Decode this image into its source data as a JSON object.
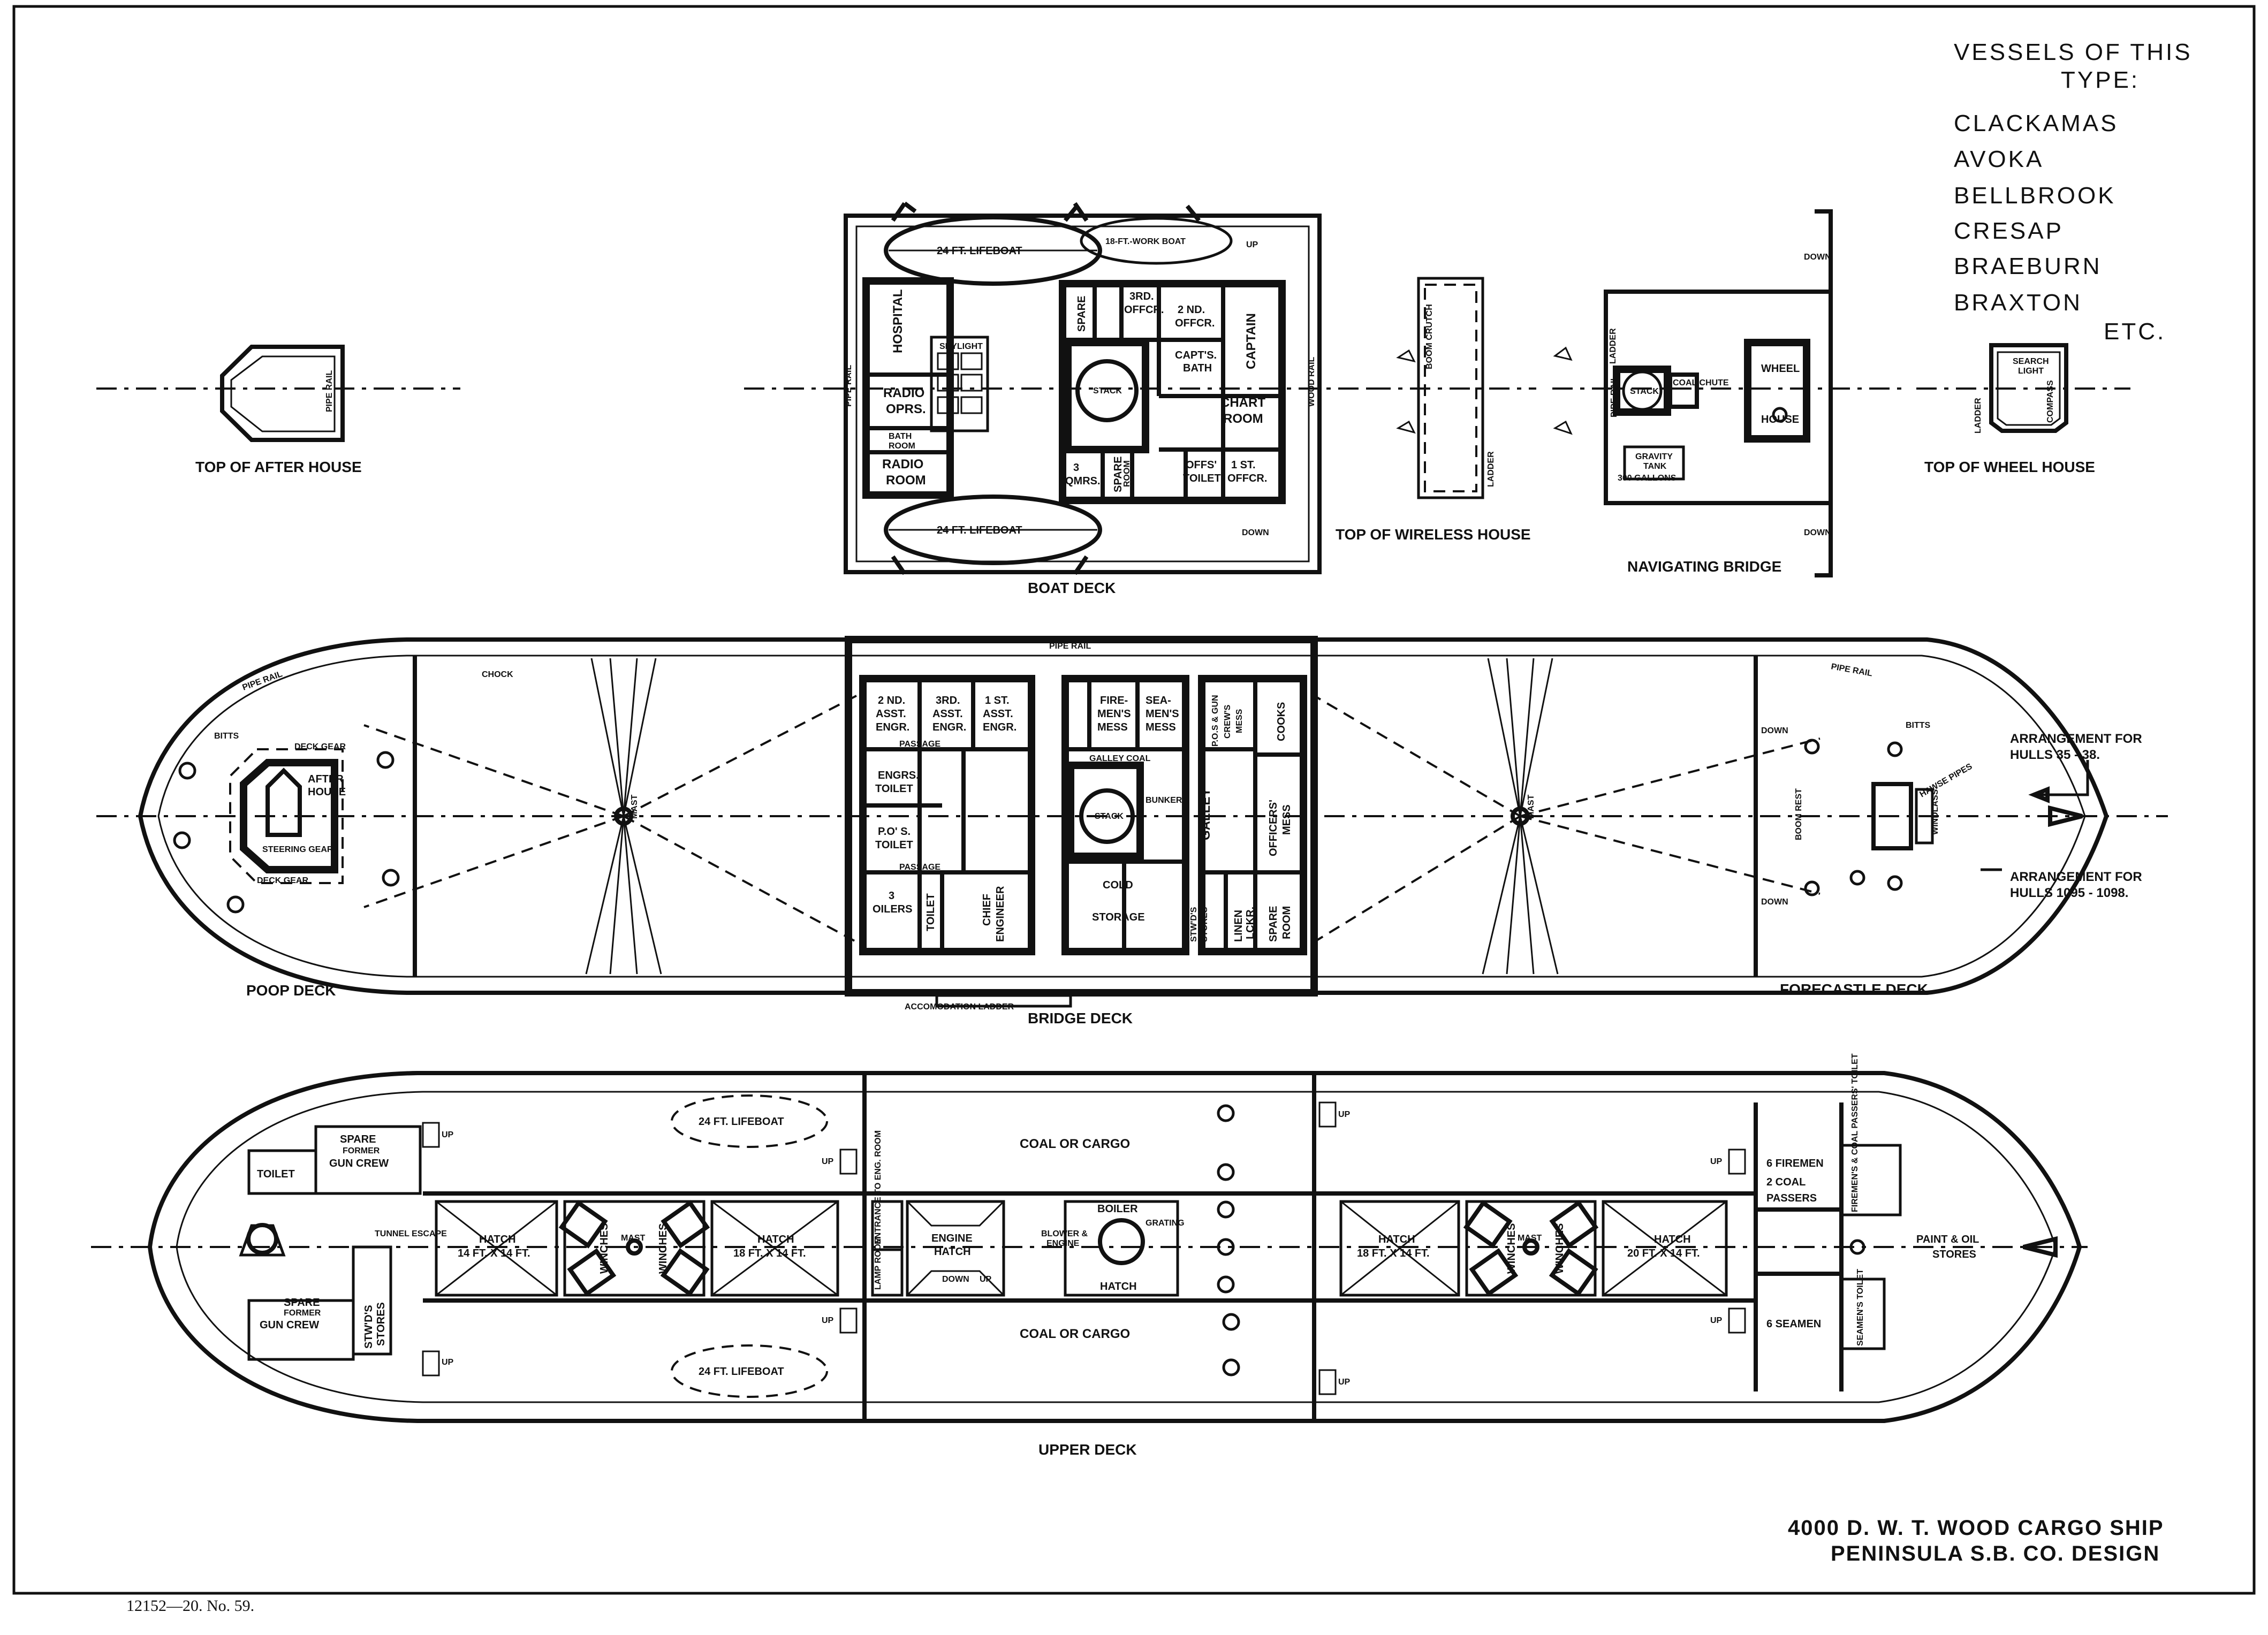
{
  "vessels": {
    "heading_line1": "VESSELS OF THIS",
    "heading_line2": "TYPE:",
    "names": [
      "CLACKAMAS",
      "AVOKA",
      "BELLBROOK",
      "CRESAP",
      "BRAEBURN",
      "BRAXTON"
    ],
    "etc": "ETC."
  },
  "views": {
    "after_house_top": "TOP OF AFTER HOUSE",
    "boat_deck": "BOAT DECK",
    "wireless_house_top": "TOP OF WIRELESS HOUSE",
    "navigating_bridge": "NAVIGATING BRIDGE",
    "wheel_house_top": "TOP OF WHEEL HOUSE",
    "poop_deck": "POOP DECK",
    "bridge_deck": "BRIDGE DECK",
    "forecastle_deck": "FORECASTLE DECK",
    "upper_deck": "UPPER DECK"
  },
  "boat_deck": {
    "lifeboat_top": "24 FT. LIFEBOAT",
    "lifeboat_bottom": "24 FT. LIFEBOAT",
    "work_boat": "18-FT.-WORK BOAT",
    "rooms": {
      "hospital": "HOSPITAL",
      "radio_oprs_1": "RADIO",
      "radio_oprs_2": "OPRS.",
      "bath_1": "BATH",
      "bath_2": "ROOM",
      "radio_room_1": "RADIO",
      "radio_room_2": "ROOM",
      "skylight": "SKYLIGHT",
      "spare": "SPARE",
      "third_offcr_1": "3RD.",
      "third_offcr_2": "OFFCR.",
      "second_offcr_1": "2 ND.",
      "second_offcr_2": "OFFCR.",
      "captain": "CAPTAIN",
      "capts_bath_1": "CAPT'S.",
      "capts_bath_2": "BATH",
      "stack": "STACK",
      "chart_room_1": "CHART",
      "chart_room_2": "ROOM",
      "three_qmrs_1": "3",
      "three_qmrs_2": "QMRS.",
      "spare_room_1": "SPARE",
      "spare_room_2": "ROOM",
      "offs_toilet_1": "OFFS'",
      "offs_toilet_2": "TOILET",
      "first_offcr_1": "1 ST.",
      "first_offcr_2": "OFFCR."
    },
    "pipe_rail": "PIPE RAIL",
    "wood_rail": "WOOD RAIL",
    "up": "UP",
    "down": "DOWN"
  },
  "wireless": {
    "boom_crutch": "BOOM CRUTCH",
    "ladder": "LADDER"
  },
  "navigating": {
    "stack": "STACK",
    "coal_chute": "COAL CHUTE",
    "wheel_1": "WHEEL",
    "wheel_2": "HOUSE",
    "gravity_1": "GRAVITY",
    "gravity_2": "TANK",
    "gravity_3": "300 GALLONS",
    "pipe_rail": "PIPE RAIL",
    "ladder": "LADDER",
    "down": "DOWN"
  },
  "wheel_house_top": {
    "search_1": "SEARCH",
    "search_2": "LIGHT",
    "compass": "COMPASS",
    "ladder": "LADDER"
  },
  "poop": {
    "after_house_1": "AFTER",
    "after_house_2": "HOUSE",
    "steering_gear": "STEERING GEAR",
    "deck_gear_top": "DECK GEAR",
    "deck_gear_bottom": "DECK GEAR",
    "bitts": "BITTS",
    "chock": "CHOCK",
    "pipe_rail": "PIPE RAIL"
  },
  "bridge": {
    "rooms": {
      "second_asst_1": "2 ND.",
      "second_asst_2": "ASST.",
      "second_asst_3": "ENGR.",
      "third_asst_1": "3RD.",
      "third_asst_2": "ASST.",
      "third_asst_3": "ENGR.",
      "first_asst_1": "1 ST.",
      "first_asst_2": "ASST.",
      "first_asst_3": "ENGR.",
      "passage": "PASSAGE",
      "engrs_toilet_1": "ENGRS.",
      "engrs_toilet_2": "TOILET",
      "po_toilet_1": "P.O' S.",
      "po_toilet_2": "TOILET",
      "three_oilers_1": "3",
      "three_oilers_2": "OILERS",
      "toilet": "TOILET",
      "chief_1": "CHIEF",
      "chief_2": "ENGINEER",
      "firemens_1": "FIRE-",
      "firemens_2": "MEN'S",
      "firemens_3": "MESS",
      "seamens_1": "SEA-",
      "seamens_2": "MEN'S",
      "seamens_3": "MESS",
      "galley_coal": "GALLEY COAL",
      "stack": "STACK",
      "bunker": "BUNKER",
      "galley": "GALLEY",
      "cold_1": "COLD",
      "cold_2": "STORAGE",
      "stwds_1": "STW'D'S",
      "stwds_2": "STORES",
      "linen_1": "LINEN",
      "linen_2": "LCKR.",
      "po_gun_1": "P.O.S & GUN",
      "po_gun_2": "CREW'S",
      "po_gun_3": "MESS",
      "cooks": "COOKS",
      "officers_1": "OFFICERS'",
      "officers_2": "MESS",
      "spare_1": "SPARE",
      "spare_2": "ROOM"
    },
    "pipe_rail": "PIPE RAIL",
    "accommodation_ladder": "ACCOMODATION LADDER",
    "mast": "MAST"
  },
  "forecastle": {
    "arrangement_1_line1": "ARRANGEMENT FOR",
    "arrangement_1_line2": "HULLS 35 - 38.",
    "arrangement_2_line1": "ARRANGEMENT FOR",
    "arrangement_2_line2": "HULLS 1095 - 1098.",
    "windlass": "WINDLASS",
    "bitts": "BITTS",
    "pipe_rail": "PIPE RAIL",
    "down": "DOWN",
    "boom_rest": "BOOM REST",
    "hawse_pipes": "HAWSE PIPES"
  },
  "upper": {
    "lifeboat_top": "24 FT. LIFEBOAT",
    "lifeboat_bottom": "24 FT. LIFEBOAT",
    "coal_cargo_top": "COAL OR CARGO",
    "coal_cargo_bottom": "COAL OR CARGO",
    "toilet": "TOILET",
    "spare_gun_top_1": "SPARE",
    "spare_gun_top_2": "FORMER",
    "spare_gun_top_3": "GUN CREW",
    "spare_gun_bottom_1": "SPARE",
    "spare_gun_bottom_2": "FORMER",
    "spare_gun_bottom_3": "GUN CREW",
    "stwds_stores_1": "STW'D'S",
    "stwds_stores_2": "STORES",
    "tunnel_escape": "TUNNEL ESCAPE",
    "hatch": "HATCH",
    "hatch1_size": "14 FT. X 14 FT.",
    "hatch2_size": "18 FT. X 14 FT.",
    "hatch3_size": "18 FT. X 14 FT.",
    "hatch4_size": "20 FT. X 14 FT.",
    "winches": "WINCHES",
    "mast": "MAST",
    "engine_hatch_1": "ENGINE",
    "engine_hatch_2": "HATCH",
    "boiler_hatch_1": "BOILER",
    "boiler_hatch_2": "HATCH",
    "blower_1": "BLOWER &",
    "blower_2": "ENGINE",
    "grating": "GRATING",
    "lamp_room": "LAMP ROOM",
    "entrance": "ENTRANCE TO ENG. ROOM",
    "down": "DOWN",
    "up": "UP",
    "firemen_1": "6 FIREMEN",
    "firemen_2": "2 COAL",
    "firemen_3": "PASSERS",
    "firemens_toilet": "FIREMEN'S & COAL PASSERS' TOILET",
    "paint_oil_1": "PAINT & OIL",
    "paint_oil_2": "STORES",
    "seamen": "6 SEAMEN",
    "seamens_toilet": "SEAMEN'S TOILET"
  },
  "title": {
    "line1": "4000 D. W. T. WOOD CARGO SHIP",
    "line2": "PENINSULA S.B. CO. DESIGN"
  },
  "footer": "12152—20.   No. 59."
}
